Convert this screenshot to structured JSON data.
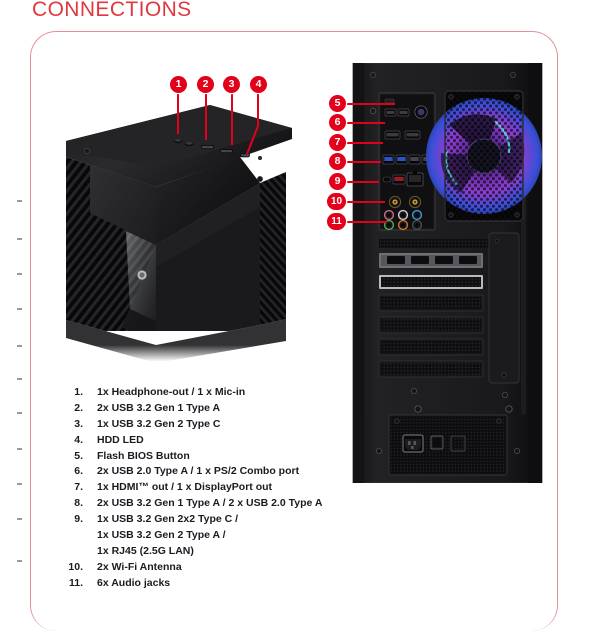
{
  "page": {
    "title": "CONNECTIONS",
    "title_color": "#e0383e",
    "frame_color": "#e8909a",
    "badge_color": "#e2001a",
    "background": "#ffffff"
  },
  "figures": [
    {
      "name": "case-top-front",
      "description": "Black angular gaming PC tower, top-front three-quarter view showing front I/O ports on top panel",
      "callouts": [
        "1",
        "2",
        "3",
        "4"
      ]
    },
    {
      "name": "case-rear-io",
      "description": "Rear of black gaming PC tower with RGB exhaust fan, motherboard rear I/O panel, expansion slots and power supply",
      "callouts": [
        "5",
        "6",
        "7",
        "8",
        "9",
        "10",
        "11"
      ]
    }
  ],
  "callouts": [
    {
      "id": "1",
      "label": "1"
    },
    {
      "id": "2",
      "label": "2"
    },
    {
      "id": "3",
      "label": "3"
    },
    {
      "id": "4",
      "label": "4"
    },
    {
      "id": "5",
      "label": "5"
    },
    {
      "id": "6",
      "label": "6"
    },
    {
      "id": "7",
      "label": "7"
    },
    {
      "id": "8",
      "label": "8"
    },
    {
      "id": "9",
      "label": "9"
    },
    {
      "id": "10",
      "label": "10"
    },
    {
      "id": "11",
      "label": "11"
    }
  ],
  "legend": [
    {
      "num": "1.",
      "text": "1x Headphone-out / 1 x Mic-in"
    },
    {
      "num": "2.",
      "text": "2x USB 3.2 Gen 1 Type A"
    },
    {
      "num": "3.",
      "text": "1x USB 3.2 Gen 2 Type C"
    },
    {
      "num": "4.",
      "text": "HDD LED"
    },
    {
      "num": "5.",
      "text": "Flash BIOS Button"
    },
    {
      "num": "6.",
      "text": "2x USB 2.0 Type A / 1 x PS/2 Combo port"
    },
    {
      "num": "7.",
      "text": "1x HDMI™ out / 1 x DisplayPort out"
    },
    {
      "num": "8.",
      "text": "2x USB 3.2 Gen 1 Type A / 2 x USB 2.0 Type A"
    },
    {
      "num": "9.",
      "text": "1x USB 3.2 Gen 2x2 Type C /"
    },
    {
      "num": "",
      "text": "1x USB 3.2 Gen 2  Type A /",
      "continuation": true
    },
    {
      "num": "",
      "text": "1x RJ45 (2.5G LAN)",
      "continuation": true
    },
    {
      "num": "10.",
      "text": "2x Wi-Fi Antenna"
    },
    {
      "num": "11.",
      "text": "6x Audio jacks"
    }
  ],
  "margin_ticks": [
    200,
    238,
    273,
    308,
    345,
    378,
    412,
    448,
    483,
    518,
    560
  ]
}
